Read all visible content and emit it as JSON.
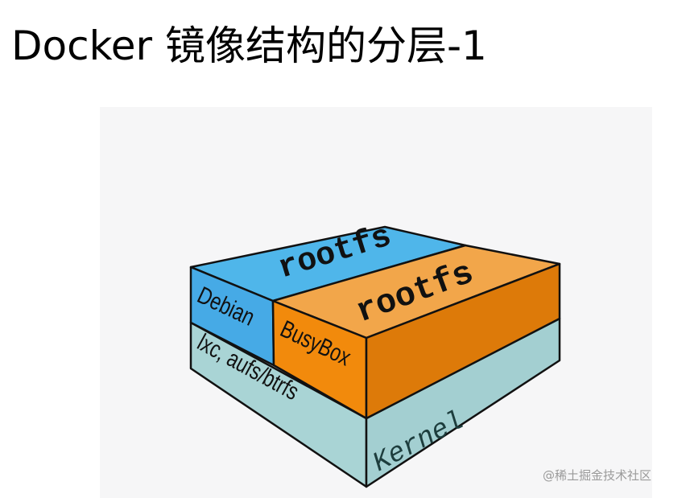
{
  "title": "Docker 镜像结构的分层-1",
  "diagram": {
    "layers": [
      {
        "id": "kernel",
        "label": "Kernel",
        "color": "#a7d3d4",
        "side_label": "lxc, aufs/btrfs"
      },
      {
        "id": "debian",
        "label": "Debian",
        "top_label": "rootfs",
        "color_top": "#4fb6ea",
        "color_front": "#45a9e6"
      },
      {
        "id": "busybox",
        "label": "BusyBox",
        "top_label": "rootfs",
        "color_top": "#f2a64a",
        "color_front": "#f28a0c",
        "color_side": "#dc7a0a"
      }
    ],
    "kernel_label": "Kernel",
    "kernel_side_label": "lxc, aufs/btrfs",
    "debian_label": "Debian",
    "debian_rootfs_label": "rootfs",
    "busybox_label": "BusyBox",
    "busybox_rootfs_label": "rootfs"
  },
  "watermark": "@稀土掘金技术社区"
}
